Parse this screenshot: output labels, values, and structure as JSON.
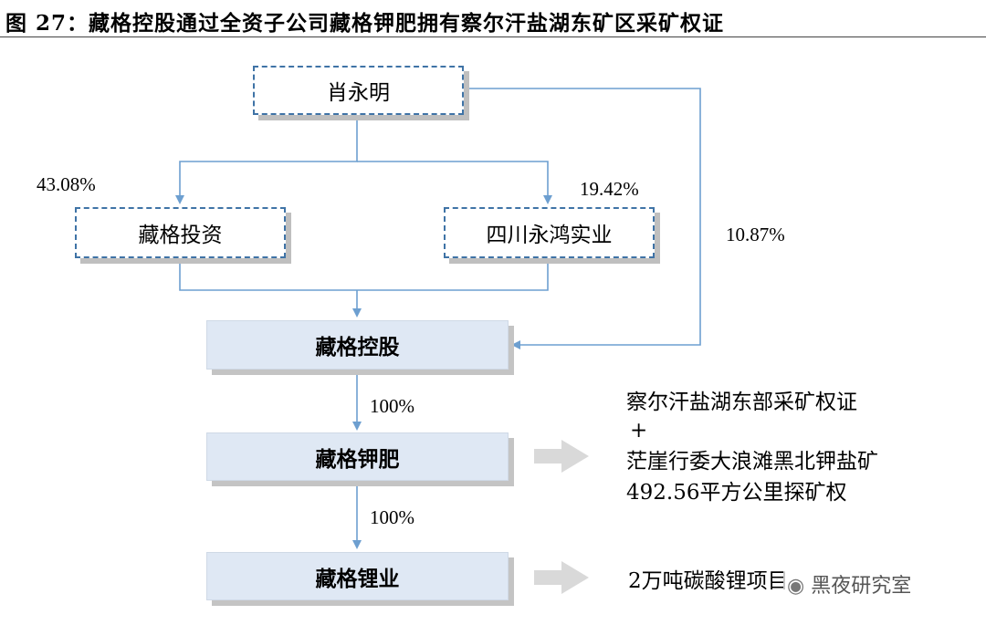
{
  "title": "图 27：藏格控股通过全资子公司藏格钾肥拥有察尔汗盐湖东矿区采矿权证",
  "nodes": {
    "owner": "肖永明",
    "invest": "藏格投资",
    "sichuan": "四川永鸿实业",
    "holding": "藏格控股",
    "potash": "藏格钾肥",
    "lithium": "藏格锂业"
  },
  "edges": {
    "owner_invest": "43.08%",
    "owner_sichuan": "19.42%",
    "owner_holding": "10.87%",
    "holding_potash": "100%",
    "potash_lithium": "100%"
  },
  "notes": {
    "potash_line1": "察尔汗盐湖东部采矿权证",
    "potash_plus": "+",
    "potash_line2": "茫崖行委大浪滩黑北钾盐矿",
    "potash_line3": "492.56平方公里探矿权",
    "lithium_line1": "2万吨碳酸锂项目"
  },
  "watermark": "黑夜研究室",
  "colors": {
    "line": "#6d9fd0",
    "dash_border": "#3f73a6",
    "fill": "#dfe8f4",
    "arrow_gray": "#d9d9d9"
  }
}
